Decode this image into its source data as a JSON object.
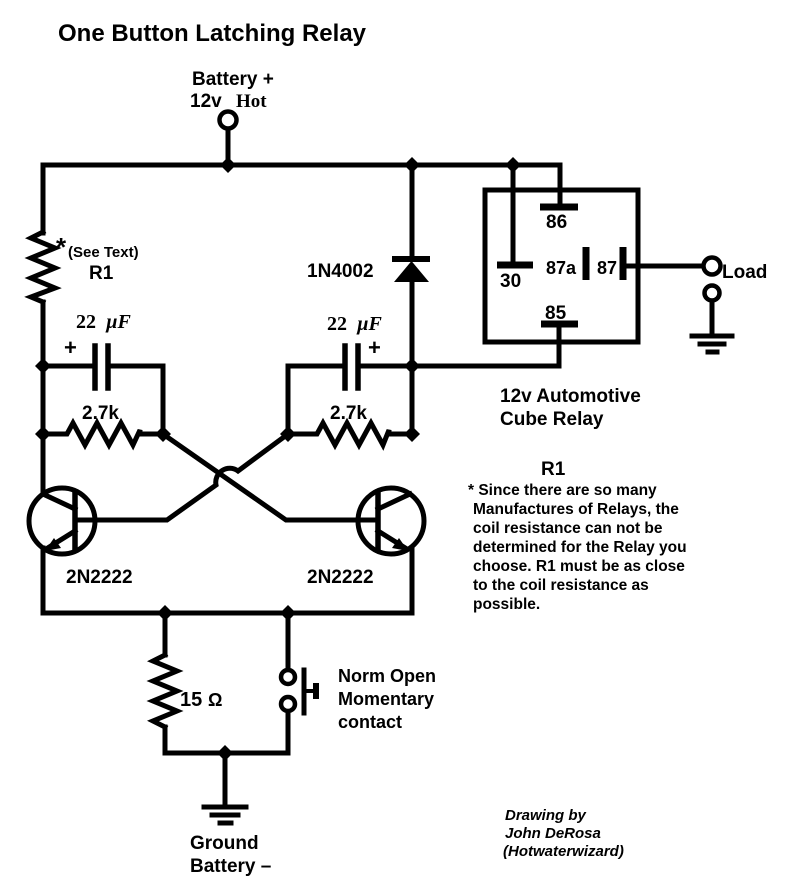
{
  "title": "One Button Latching Relay",
  "colors": {
    "ink": "#000000",
    "background": "#ffffff"
  },
  "power": {
    "battery_plus": "Battery +",
    "battery_voltage": "12v",
    "battery_hot": "Hot",
    "ground_line1": "Ground",
    "ground_line2": "Battery –"
  },
  "components": {
    "r1_asterisk": "*",
    "r1_see_text": "(See Text)",
    "r1_label": "R1",
    "cap_left_value": "22",
    "cap_left_unit": "µF",
    "cap_left_polarity": "+",
    "cap_right_value": "22",
    "cap_right_unit": "µF",
    "cap_right_polarity": "+",
    "res_left_label": "2.7k",
    "res_right_label": "2.7k",
    "diode_label": "1N4002",
    "transistor_left_label": "2N2222",
    "transistor_right_label": "2N2222",
    "res_bottom_value": "15",
    "res_bottom_unit": "Ω",
    "pushbutton_line1": "Norm Open",
    "pushbutton_line2": "Momentary",
    "pushbutton_line3": "contact"
  },
  "relay": {
    "pin86": "86",
    "pin30": "30",
    "pin87a": "87a",
    "pin87": "87",
    "pin85": "85",
    "caption_line1": "12v Automotive",
    "caption_line2": "Cube Relay",
    "load_label": "Load"
  },
  "note": {
    "heading": "R1",
    "lines": [
      "* Since there are so many",
      "Manufactures of Relays, the",
      "coil resistance can not be",
      "determined for the Relay you",
      "choose. R1 must be as close",
      "to the coil resistance as",
      "possible."
    ]
  },
  "credit": {
    "line1": "Drawing by",
    "line2": "John DeRosa",
    "line3": "(Hotwaterwizard)"
  }
}
